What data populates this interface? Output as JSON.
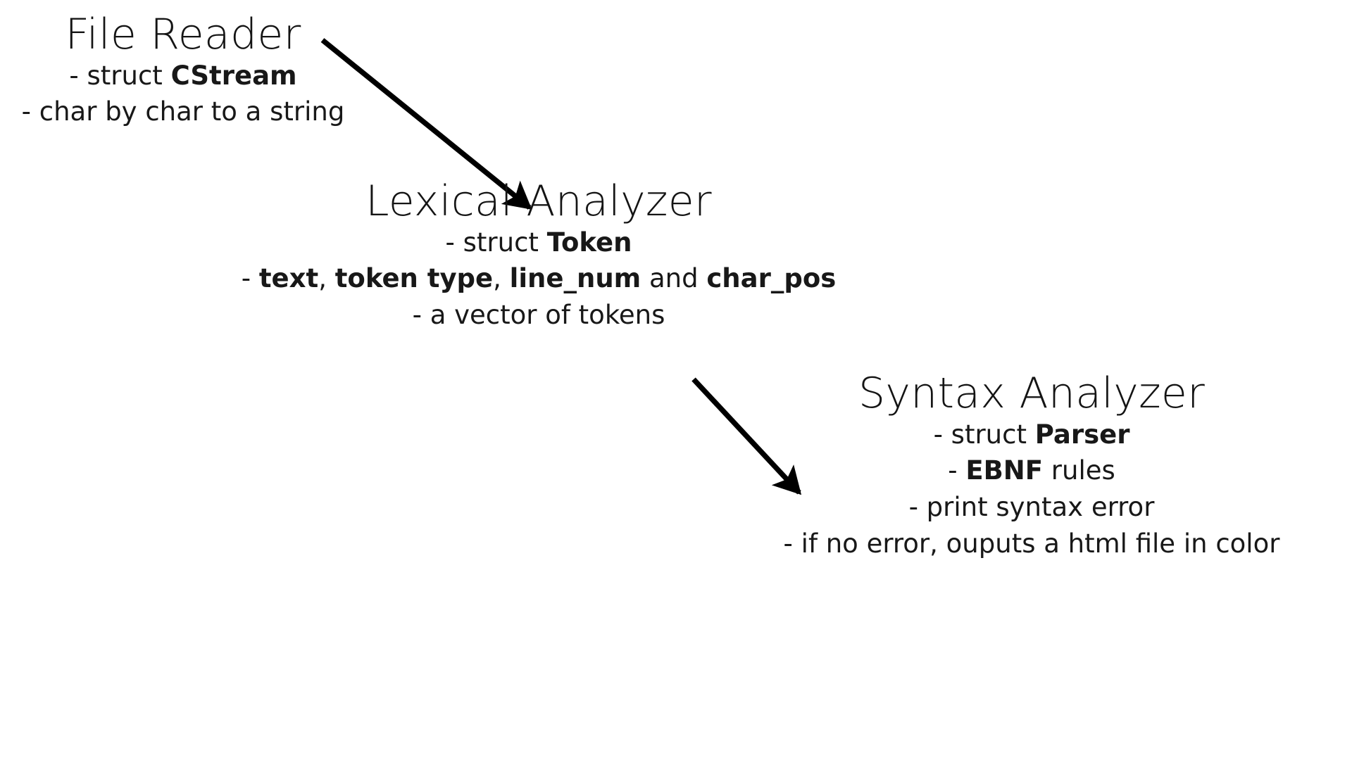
{
  "diagram": {
    "title": "Compiler pipeline diagram",
    "background_color": "#ffffff",
    "text_color": "#141414",
    "arrow_color": "#000000",
    "nodes": [
      {
        "id": "file-reader",
        "title": "File Reader",
        "lines": [
          {
            "pre": "- struct ",
            "bold": "CStream",
            "post": ""
          },
          {
            "pre": "- char by char to a string",
            "bold": "",
            "post": ""
          }
        ]
      },
      {
        "id": "lexical-analyzer",
        "title": "Lexical Analyzer",
        "lines": [
          {
            "pre": "- struct ",
            "bold": "Token",
            "post": ""
          },
          {
            "pre": "- ",
            "bold": "text",
            "mid1": ", ",
            "bold2": "token type",
            "mid2": ", ",
            "bold3": "line_num",
            "mid3": " and ",
            "bold4": "char_pos",
            "post": ""
          },
          {
            "pre": "- a vector of tokens",
            "bold": "",
            "post": ""
          }
        ]
      },
      {
        "id": "syntax-analyzer",
        "title": "Syntax Analyzer",
        "lines": [
          {
            "pre": "- struct ",
            "bold": "Parser",
            "post": ""
          },
          {
            "pre": "- ",
            "bold": "EBNF",
            "post": " rules"
          },
          {
            "pre": "- print syntax error",
            "bold": "",
            "post": ""
          },
          {
            "pre": "- if no error, ouputs a html file in color",
            "bold": "",
            "post": ""
          }
        ]
      }
    ],
    "arrows": [
      {
        "id": "arrow-file-reader-to-lexical",
        "from": "file-reader",
        "to": "lexical-analyzer",
        "label": ""
      },
      {
        "id": "arrow-lexical-to-syntax",
        "from": "lexical-analyzer",
        "to": "syntax-analyzer",
        "label": ""
      }
    ]
  },
  "text": {
    "file_reader": {
      "title": "File Reader",
      "line1_pre": "- struct ",
      "line1_bold": "CStream",
      "line2": "- char by char to a string"
    },
    "lexical_analyzer": {
      "title": "Lexical Analyzer",
      "line1_pre": "- struct ",
      "line1_bold": "Token",
      "line2_dash": "- ",
      "line2_b1": "text",
      "line2_sep1": ", ",
      "line2_b2": "token type",
      "line2_sep2": ", ",
      "line2_b3": "line_num",
      "line2_sep3": " and ",
      "line2_b4": "char_pos",
      "line3": "- a vector of tokens"
    },
    "syntax_analyzer": {
      "title": "Syntax Analyzer",
      "line1_pre": "- struct ",
      "line1_bold": "Parser",
      "line2_pre": "- ",
      "line2_bold": "EBNF",
      "line2_post": " rules",
      "line3": "- print syntax error",
      "line4": "- if no error, ouputs a html file in color"
    }
  }
}
